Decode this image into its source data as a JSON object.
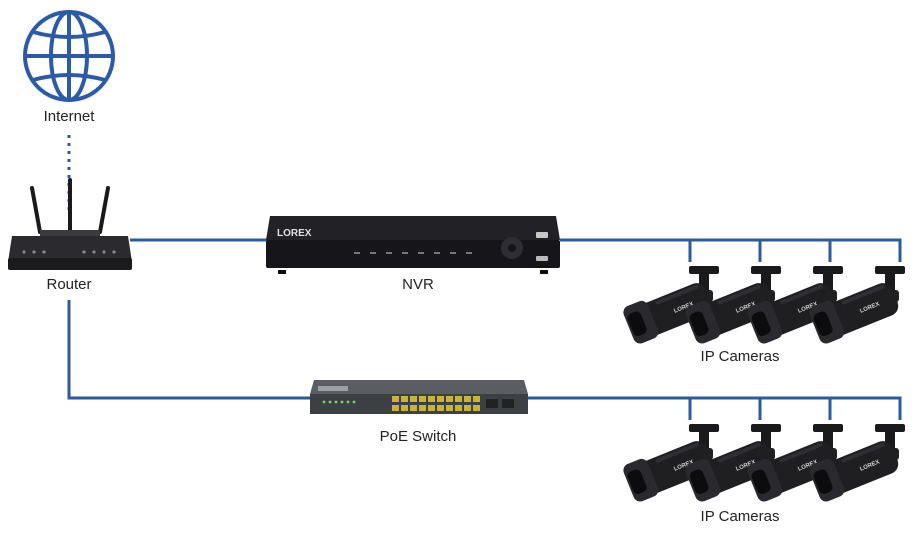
{
  "labels": {
    "internet": "Internet",
    "router": "Router",
    "nvr": "NVR",
    "poe_switch": "PoE Switch",
    "ip_cameras_top": "IP Cameras",
    "ip_cameras_bottom": "IP Cameras"
  },
  "nvr_brand": "LOREX",
  "camera_brand": "LOREX",
  "colors": {
    "cable": "#2b5c9e",
    "globe": "#2a5aa8",
    "device_dark": "#1b1b1e",
    "camera_body": "#1f1f22"
  },
  "icons": [
    "globe-icon",
    "router-icon",
    "nvr-icon",
    "poe-switch-icon",
    "camera-icon"
  ]
}
